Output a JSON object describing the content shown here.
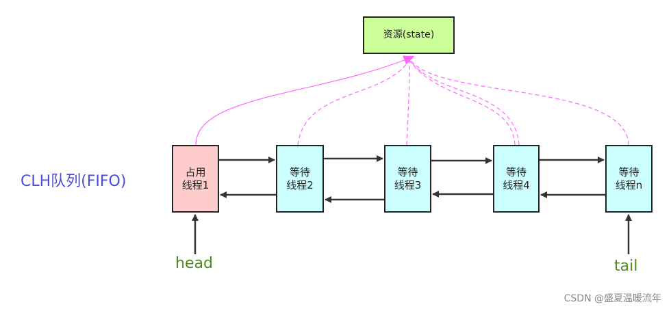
{
  "resource": {
    "label": "资源(state)"
  },
  "queue_label": "CLH队列(FIFO)",
  "nodes": [
    {
      "line1": "占用",
      "line2": "线程1",
      "role": "owner"
    },
    {
      "line1": "等待",
      "line2": "线程2",
      "role": "waiter"
    },
    {
      "line1": "等待",
      "line2": "线程3",
      "role": "waiter"
    },
    {
      "line1": "等待",
      "line2": "线程4",
      "role": "waiter"
    },
    {
      "line1": "等待",
      "line2": "线程n",
      "role": "waiter"
    }
  ],
  "head_label": "head",
  "tail_label": "tail",
  "watermark": "CSDN @盛夏温暖流年",
  "colors": {
    "resource_fill": "#ccff99",
    "owner_fill": "#ffcccc",
    "waiter_fill": "#ccffff",
    "link_color": "#ff66ff",
    "queue_label": "#4b4bdf",
    "pointer_label": "#4e8a1e"
  }
}
